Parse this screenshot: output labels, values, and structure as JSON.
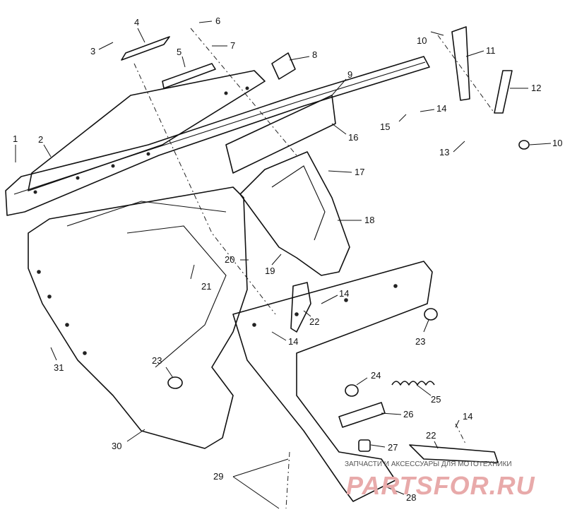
{
  "diagram": {
    "callouts": [
      "1",
      "2",
      "3",
      "4",
      "5",
      "6",
      "7",
      "8",
      "9",
      "10",
      "10",
      "11",
      "12",
      "13",
      "14",
      "14",
      "14",
      "14",
      "15",
      "16",
      "17",
      "18",
      "19",
      "20",
      "21",
      "22",
      "22",
      "23",
      "23",
      "24",
      "25",
      "26",
      "27",
      "28",
      "29",
      "30",
      "31"
    ]
  },
  "watermark": {
    "tagline": "ЗАПЧАСТИ И АКСЕССУАРЫ ДЛЯ МОТОТЕХНИКИ",
    "brand": "PARTSFOR.RU",
    "brand_color": "#e8aaaa",
    "tagline_color": "#555555"
  }
}
